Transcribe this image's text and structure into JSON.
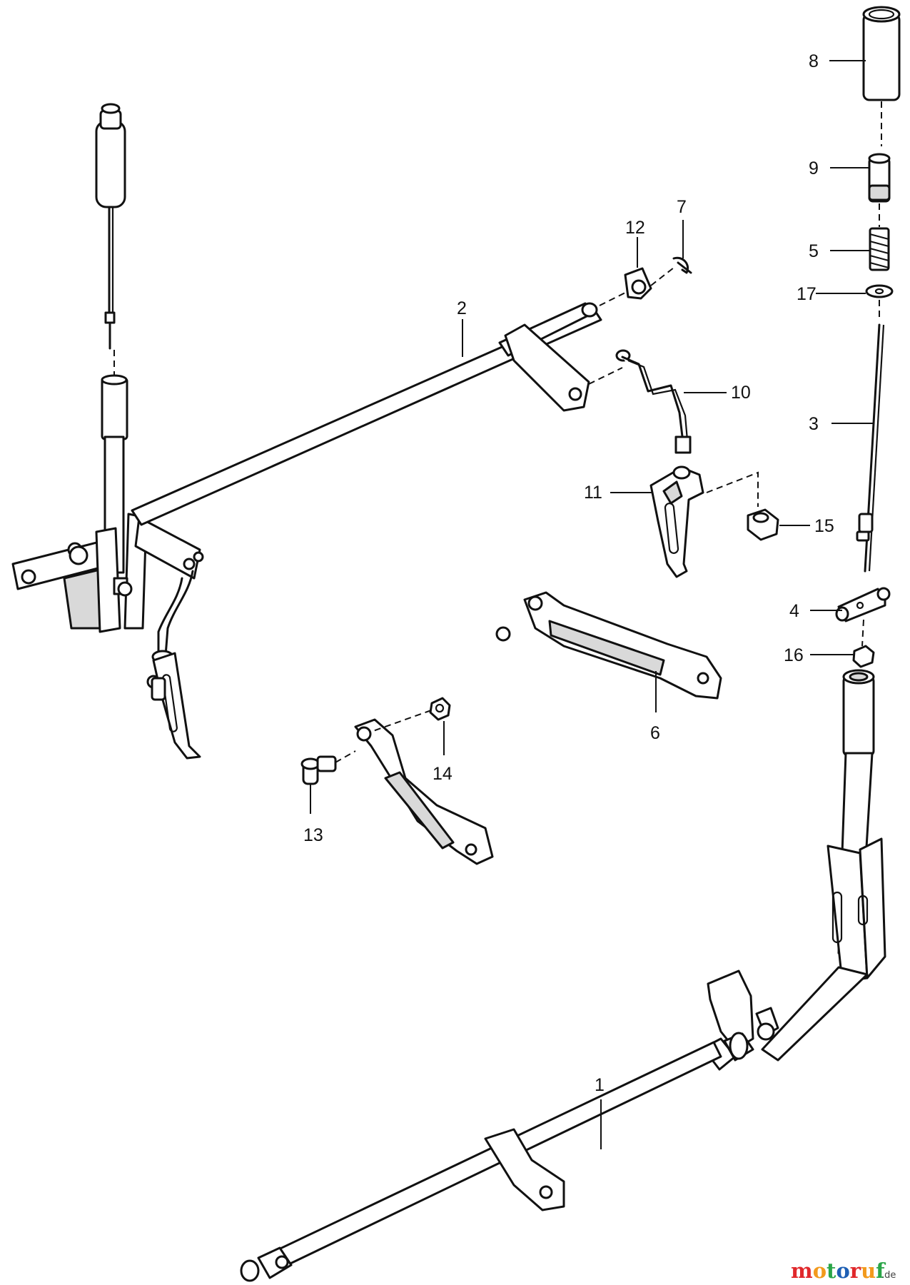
{
  "callouts": {
    "c1": "1",
    "c2": "2",
    "c3": "3",
    "c4": "4",
    "c5": "5",
    "c6": "6",
    "c7": "7",
    "c8": "8",
    "c9": "9",
    "c10": "10",
    "c11": "11",
    "c12": "12",
    "c13": "13",
    "c14": "14",
    "c15": "15",
    "c16": "16",
    "c17": "17"
  },
  "watermark": {
    "logo_text": "motoruf",
    "suffix": ".de",
    "colors": [
      "#e0282b",
      "#f29a1d",
      "#2aa548",
      "#1e5fb4"
    ]
  }
}
